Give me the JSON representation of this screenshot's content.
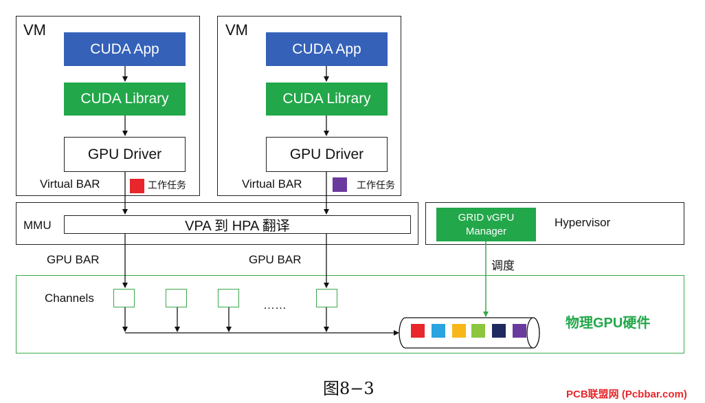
{
  "vm_left": {
    "title": "VM",
    "app": "CUDA App",
    "library": "CUDA Library",
    "driver": "GPU Driver",
    "virtual_bar": "Virtual BAR",
    "task_label": "工作任务",
    "task_color": "#e8262b"
  },
  "vm_right": {
    "title": "VM",
    "app": "CUDA App",
    "library": "CUDA Library",
    "driver": "GPU Driver",
    "virtual_bar": "Virtual BAR",
    "task_label": "工作任务",
    "task_color": "#6a3a9e"
  },
  "mmu": {
    "label": "MMU",
    "translation": "VPA 到 HPA 翻译"
  },
  "hypervisor": {
    "label": "Hypervisor",
    "manager": "GRID vGPU Manager"
  },
  "schedule_label": "调度",
  "gpu_bar_left": "GPU BAR",
  "gpu_bar_right": "GPU BAR",
  "gpu_hw": {
    "label": "物理GPU硬件",
    "channels_label": "Channels",
    "ellipsis": "……",
    "queue_colors": [
      "#e8262b",
      "#2aa3e0",
      "#f7b719",
      "#8cc63f",
      "#1f2a5e",
      "#6a3a9e"
    ]
  },
  "caption": "图8−3",
  "watermark": "PCB联盟网 (Pcbbar.com)",
  "colors": {
    "accent_blue": "#3561b8",
    "accent_green": "#22a74a",
    "watermark_red": "#e8262b"
  }
}
